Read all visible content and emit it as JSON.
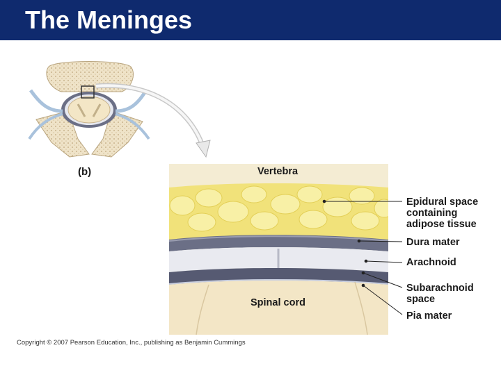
{
  "slide": {
    "title": "The Meninges",
    "copyright": "Copyright © 2007 Pearson Education, Inc., publishing as Benjamin Cummings"
  },
  "figure": {
    "panel_label": "(b)",
    "top_label": "Vertebra",
    "bottom_label": "Spinal cord",
    "callouts": [
      "Epidural space\ncontaining\nadipose tissue",
      "Dura mater",
      "Arachnoid",
      "Subarachnoid\nspace",
      "Pia mater"
    ]
  },
  "colors": {
    "title_bar": "#0f2a6e",
    "fat": "#f4e98a",
    "dura": "#6b6f86",
    "cord": "#f3e6c6"
  }
}
